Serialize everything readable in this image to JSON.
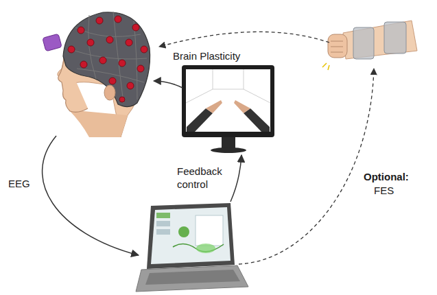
{
  "diagram": {
    "labels": [
      "Brain Plasticity",
      "EEG",
      "Feedback control",
      "Optional:",
      "FES"
    ]
  }
}
